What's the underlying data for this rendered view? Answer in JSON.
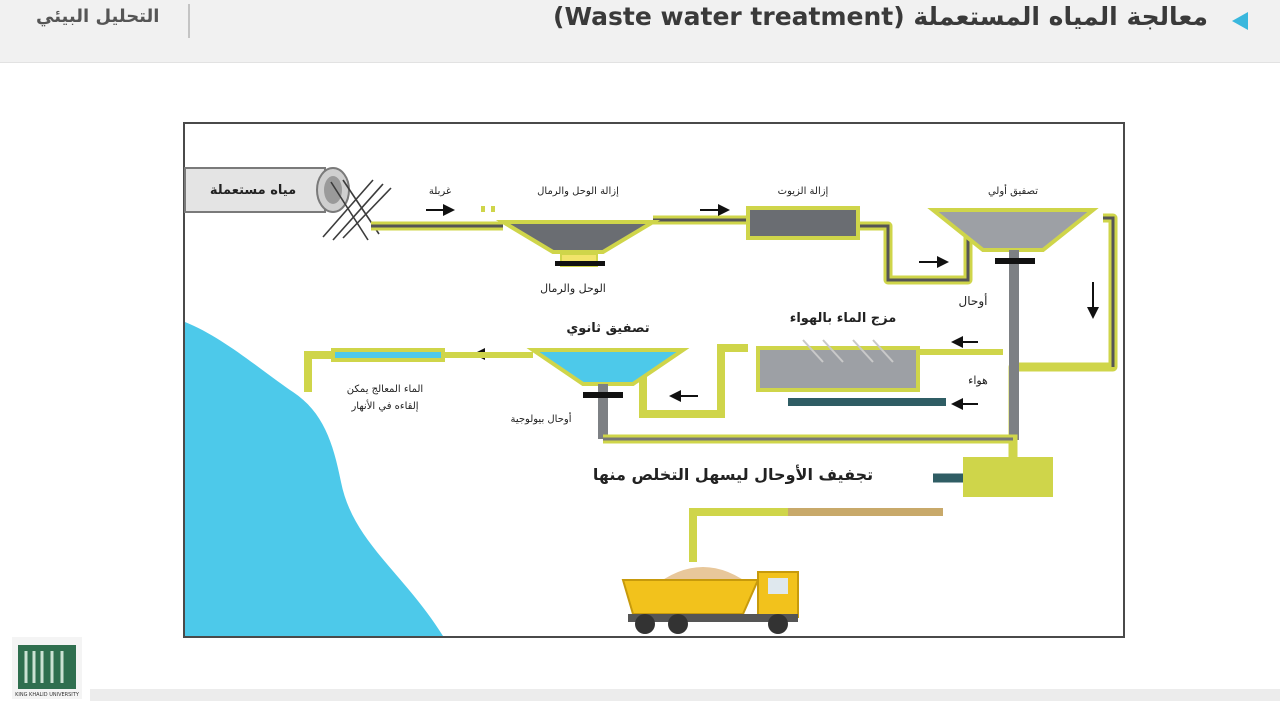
{
  "header": {
    "title": "معالجة المياه المستعملة (Waste water treatment)",
    "section": "التحليل البيئي"
  },
  "diagram": {
    "labels": {
      "used_water": "مياه مستعملة",
      "screen": "غربلة",
      "grit_removal": "إزالة الوحل والرمال",
      "oil_removal": "إزالة الزيوت",
      "primary_clarification": "تصفيق أولي",
      "sludge_sand": "الوحل والرمال",
      "sludge": "أوحال",
      "aeration": "مزج الماء بالهواء",
      "air": "هواء",
      "secondary_clarification": "تصفيق ثانوي",
      "treated_water_1": "الماء المعالج يمكن",
      "treated_water_2": "إلقاءه في الأنهار",
      "bio_sludge": "أوحال بيولوجية",
      "sludge_drying": "تجفيف الأوحال ليسهل التخلص منها"
    },
    "colors": {
      "pipe": "#cfd54a",
      "tank": "#6a6d72",
      "water": "#4dc9ea",
      "truck": "#f2c21c"
    }
  },
  "logo": {
    "caption": "KING KHALID UNIVERSITY"
  }
}
